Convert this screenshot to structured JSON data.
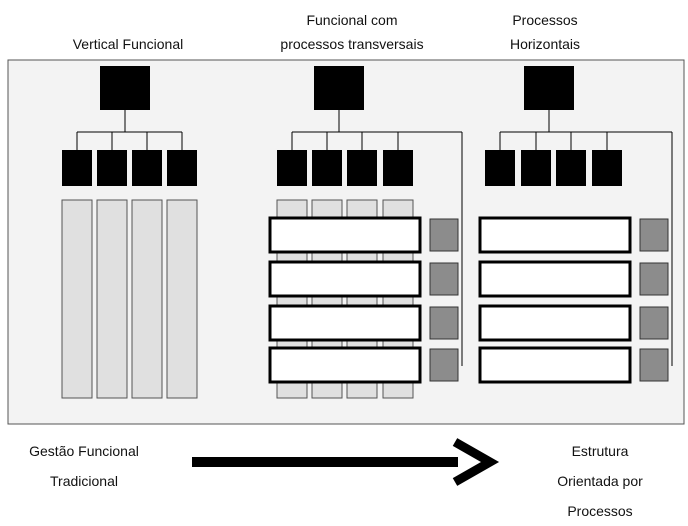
{
  "headers": {
    "vertical": [
      "Vertical Funcional"
    ],
    "transversal": [
      "Funcional com",
      "processos transversais"
    ],
    "horizontal": [
      "Processos",
      "Horizontais"
    ]
  },
  "footer": {
    "left": [
      "Gestão Funcional",
      "Tradicional"
    ],
    "right": [
      "Estrutura",
      "Orientada por",
      "Processos"
    ]
  },
  "colors": {
    "panel_bg": "#f3f3f3",
    "unit_fill": "#000000",
    "column_fill": "#e0e0e0",
    "process_fill": "#ffffff",
    "owner_fill": "#8c8c8c",
    "line": "#000000"
  }
}
